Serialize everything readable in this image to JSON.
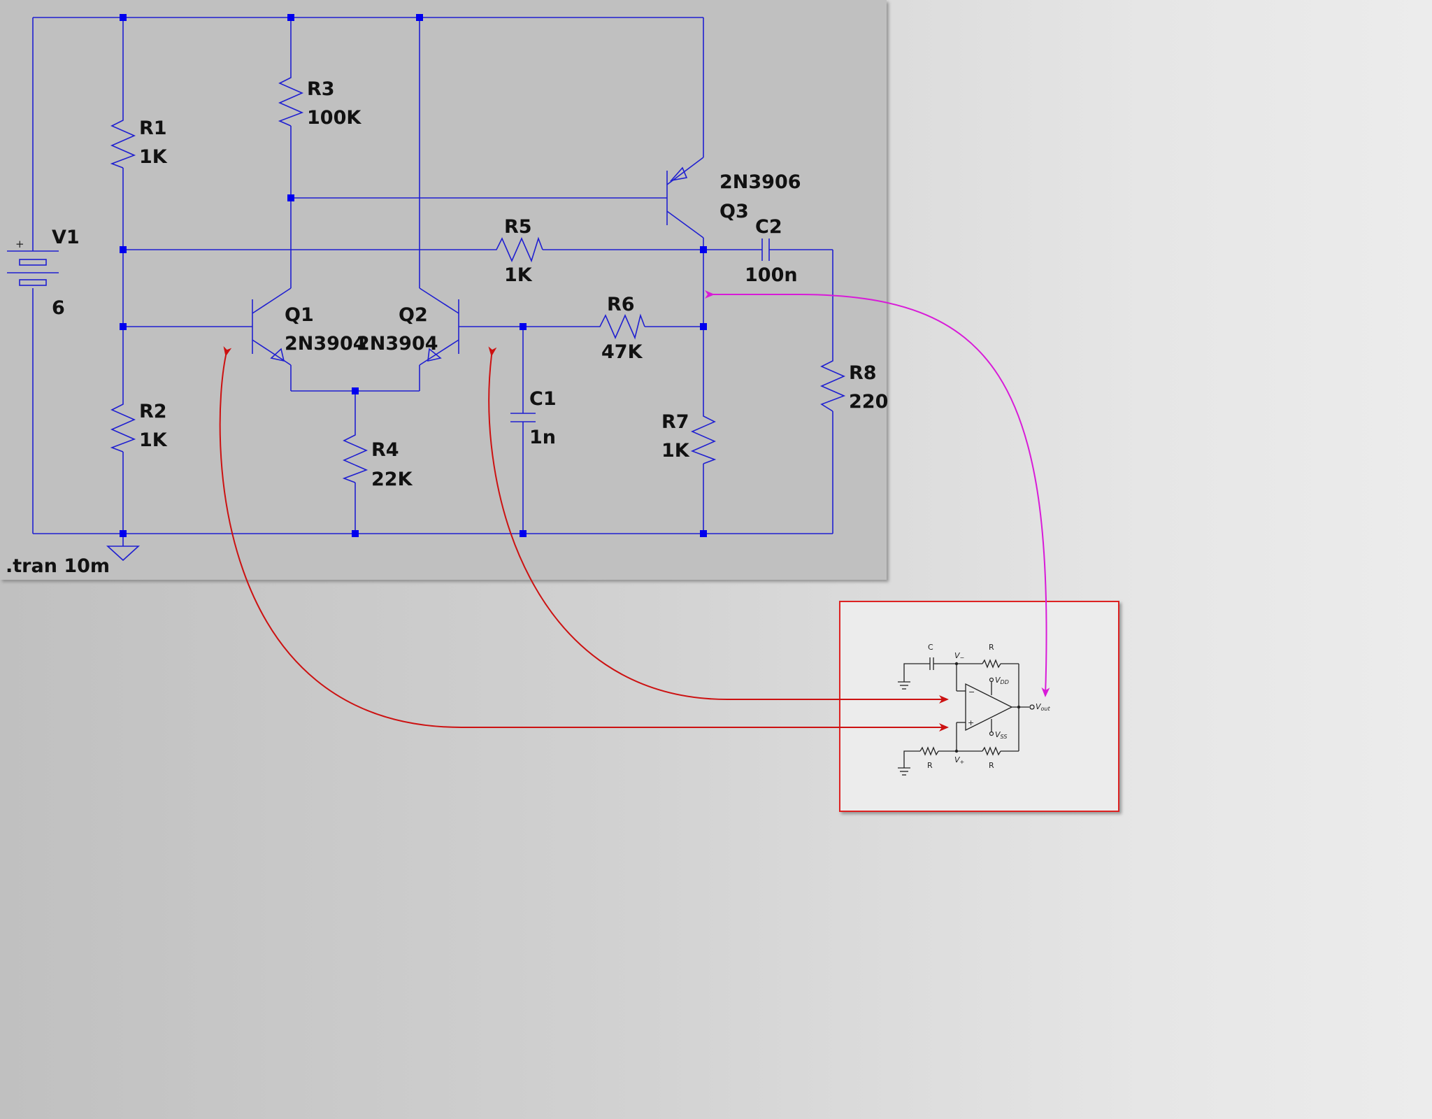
{
  "schematic": {
    "components": {
      "v1": {
        "ref": "V1",
        "value": "6"
      },
      "r1": {
        "ref": "R1",
        "value": "1K"
      },
      "r2": {
        "ref": "R2",
        "value": "1K"
      },
      "r3": {
        "ref": "R3",
        "value": "100K"
      },
      "r4": {
        "ref": "R4",
        "value": "22K"
      },
      "r5": {
        "ref": "R5",
        "value": "1K"
      },
      "r6": {
        "ref": "R6",
        "value": "47K"
      },
      "r7": {
        "ref": "R7",
        "value": "1K"
      },
      "r8": {
        "ref": "R8",
        "value": "220"
      },
      "c1": {
        "ref": "C1",
        "value": "1n"
      },
      "c2": {
        "ref": "C2",
        "value": "100n"
      },
      "q1": {
        "ref": "Q1",
        "value": "2N3904"
      },
      "q2": {
        "ref": "Q2",
        "value": "2N3904"
      },
      "q3": {
        "ref": "Q3",
        "value": "2N3906"
      }
    },
    "directive": ".tran 10m",
    "battery_plus": "+"
  },
  "opamp_inset": {
    "labels": {
      "c": "C",
      "r_top": "R",
      "r_bottom_left": "R",
      "r_bottom_right": "R",
      "v_minus": "V",
      "v_minus_sub": "−",
      "v_plus": "V",
      "v_plus_sub": "+",
      "vdd": "V",
      "vdd_sub": "DD",
      "vss": "V",
      "vss_sub": "SS",
      "vout": "V",
      "vout_sub": "out",
      "minus_sign": "−",
      "plus_sign": "+"
    }
  },
  "colors": {
    "wire": "#1f1fd0",
    "junction": "#0000ee",
    "red_arrow": "#cc1111",
    "magenta_arrow": "#d81bd8",
    "inset_border": "#dd2222"
  }
}
